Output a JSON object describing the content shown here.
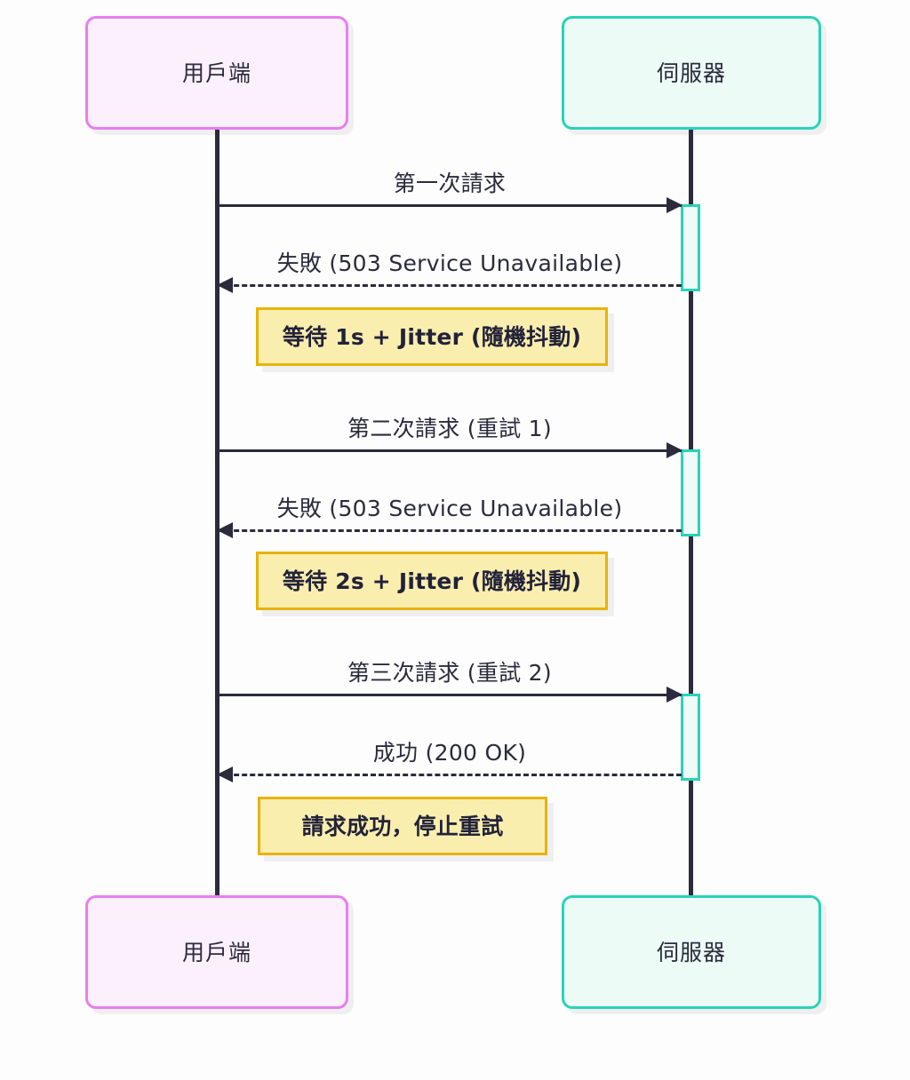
{
  "diagram": {
    "type": "sequence-diagram",
    "title": "",
    "background": "#fdfdfd",
    "colors": {
      "client_border": "#e87ef0",
      "client_fill": "#fcf0fd",
      "server_border": "#29d3b6",
      "server_fill": "#edfbf7",
      "line": "#2b2b3d",
      "note_border": "#e8b20a",
      "note_fill": "#faeeae",
      "activation_fill": "#effbf8",
      "text": "#2b2b3d"
    }
  },
  "participants": [
    {
      "id": "client",
      "label": "用戶端"
    },
    {
      "id": "server",
      "label": "伺服器"
    }
  ],
  "participants_bottom": [
    {
      "id": "client",
      "label": "用戶端"
    },
    {
      "id": "server",
      "label": "伺服器"
    }
  ],
  "messages": [
    {
      "id": "m1",
      "label": "第一次請求",
      "from": "client",
      "to": "server",
      "style": "solid",
      "direction": "right"
    },
    {
      "id": "m2",
      "label": "失敗 (503 Service Unavailable)",
      "from": "server",
      "to": "client",
      "style": "dashed",
      "direction": "left"
    },
    {
      "id": "m3",
      "label": "第二次請求 (重試 1)",
      "from": "client",
      "to": "server",
      "style": "solid",
      "direction": "right"
    },
    {
      "id": "m4",
      "label": "失敗 (503 Service Unavailable)",
      "from": "server",
      "to": "client",
      "style": "dashed",
      "direction": "left"
    },
    {
      "id": "m5",
      "label": "第三次請求 (重試 2)",
      "from": "client",
      "to": "server",
      "style": "solid",
      "direction": "right"
    },
    {
      "id": "m6",
      "label": "成功 (200 OK)",
      "from": "server",
      "to": "client",
      "style": "dashed",
      "direction": "left"
    }
  ],
  "notes": [
    {
      "id": "n1",
      "label": "等待 1s + Jitter (隨機抖動)",
      "over": "client"
    },
    {
      "id": "n2",
      "label": "等待 2s + Jitter (隨機抖動)",
      "over": "client"
    },
    {
      "id": "n3",
      "label": "請求成功，停止重試",
      "over": "client"
    }
  ],
  "activations": [
    {
      "id": "a1",
      "participant": "server"
    },
    {
      "id": "a2",
      "participant": "server"
    },
    {
      "id": "a3",
      "participant": "server"
    }
  ]
}
